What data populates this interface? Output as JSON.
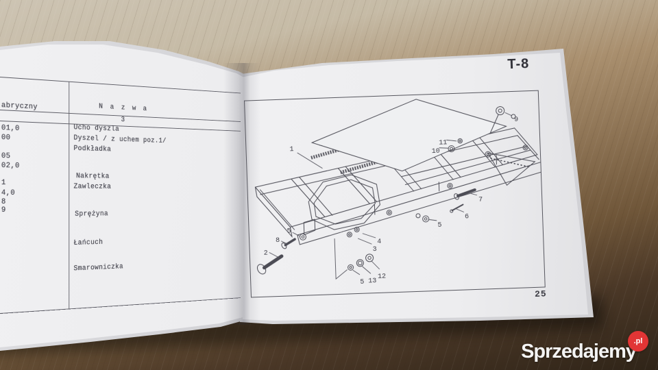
{
  "left_page": {
    "table": {
      "col1_header_fragment": "abryczny",
      "col2_header": "N a z w a",
      "col2_column_number": "3",
      "col1_values": [
        "01,0",
        "00",
        "05",
        "02,0",
        "1",
        "4,0",
        "8",
        "9"
      ],
      "col2_rows": [
        "Ucho dyszla",
        "Dyszel / z uchem poz.1/",
        "Podkładka",
        "Nakrętka",
        "Zawleczka",
        "Sprężyna",
        "Łańcuch",
        "Smarowniczka"
      ]
    }
  },
  "right_page": {
    "figure_code": "T-8",
    "page_number": "25",
    "callouts": [
      "1",
      "2",
      "8",
      "5",
      "3",
      "4",
      "5",
      "13",
      "12",
      "5",
      "6",
      "7",
      "10",
      "11",
      "9"
    ]
  },
  "watermark": {
    "brand": "Sprzedajemy",
    "tld": ".pl",
    "badge_color": "#e23535"
  },
  "colors": {
    "wood_light": "#cdc4b3",
    "wood_dark": "#2f2418",
    "page": "#ececee",
    "ink": "#46464e",
    "accent_red": "#e23535"
  }
}
